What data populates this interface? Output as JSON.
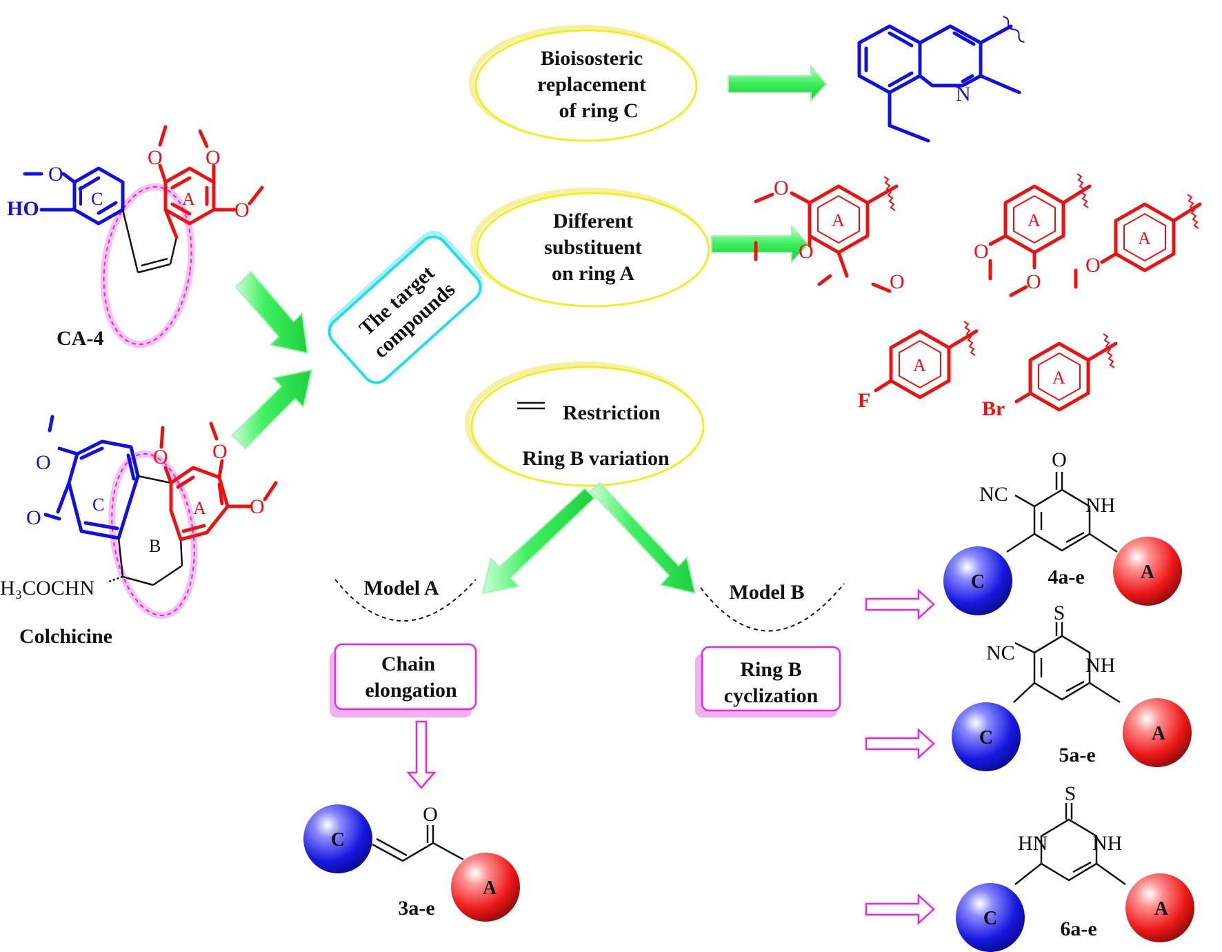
{
  "colors": {
    "blue": "#1010e0",
    "red": "#ee1111",
    "black": "#111111",
    "green_arrow": "#33ee55",
    "ellipse_stroke": "#eeee22",
    "box_magenta": "#ee22ee",
    "box_shadow": "#f3b0ee",
    "cyan": "#22ddee",
    "pink_ellipse": "#ee22cc"
  },
  "ca4": {
    "label": "CA-4",
    "ring_c": "C",
    "ring_a": "A",
    "ho": "HO",
    "o": "O"
  },
  "colchicine": {
    "label": "Colchicine",
    "ring_c": "C",
    "ring_b": "B",
    "ring_a": "A",
    "nh_group": "H₃COCHN",
    "o": "O"
  },
  "target": {
    "line1": "The target",
    "line2": "compounds"
  },
  "ellipses": {
    "bioisosteric": [
      "Bioisosteric",
      "replacement",
      "of ring C"
    ],
    "substituent": [
      "Different",
      "substituent",
      "on ring A"
    ],
    "restriction": "Restriction",
    "ring_b_variation": "Ring B variation"
  },
  "quinoline": {
    "n": "N"
  },
  "ring_a_variants": {
    "ring": "A",
    "o": "O",
    "f": "F",
    "br": "Br"
  },
  "models": {
    "model_a": "Model A",
    "model_b": "Model B",
    "chain": [
      "Chain",
      "elongation"
    ],
    "cyclization": [
      "Ring B",
      "cyclization"
    ]
  },
  "products": {
    "c": "C",
    "a": "A",
    "p3": {
      "label": "3a-e",
      "o": "O"
    },
    "p4": {
      "label": "4a-e",
      "nc": "NC",
      "o": "O",
      "nh": "NH"
    },
    "p5": {
      "label": "5a-e",
      "nc": "NC",
      "s": "S",
      "nh": "NH"
    },
    "p6": {
      "label": "6a-e",
      "s": "S",
      "hn": "HN",
      "nh": "NH"
    }
  }
}
